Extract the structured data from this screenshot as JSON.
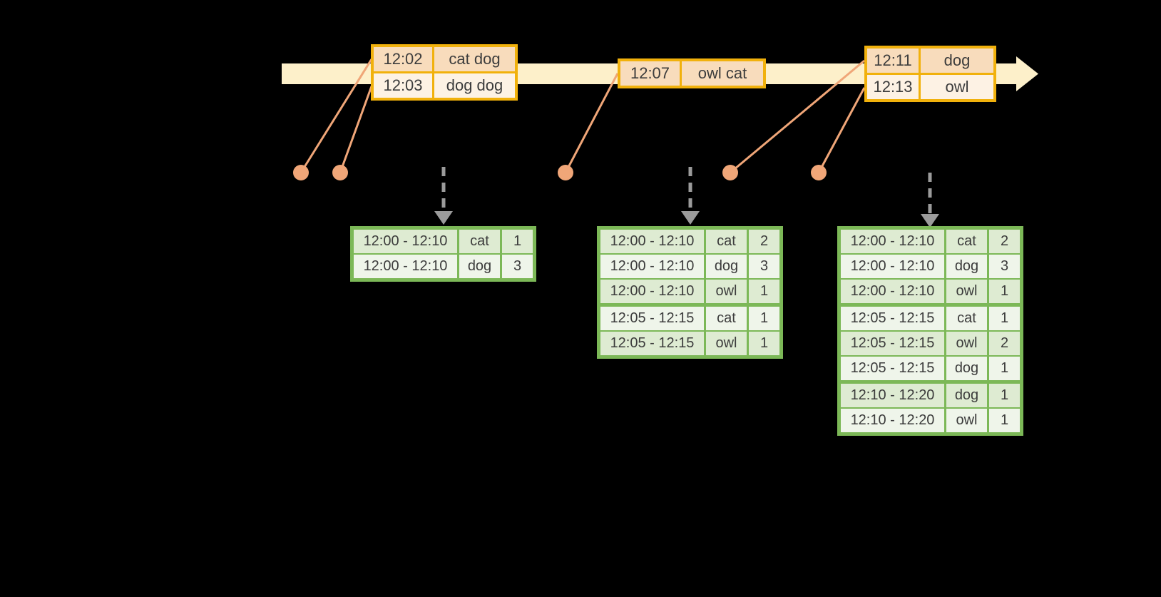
{
  "colors": {
    "background": "#000000",
    "timeline_fill": "#FDF0CA",
    "event_border": "#F1B10C",
    "event_row_dark": "#F8DCBC",
    "event_row_light": "#FDF2E4",
    "connector": "#F0A678",
    "arrow_gray": "#9B9B9B",
    "result_border": "#7CB857",
    "result_row_dark": "#DEEBD2",
    "result_row_light": "#EFF5EA",
    "text": "#3C3C3C"
  },
  "icons": {
    "timeline_arrowhead": "right-arrowhead-icon",
    "trigger_arrow": "dashed-down-arrow-icon",
    "event_marker": "dot-icon"
  },
  "event_tables": [
    {
      "rows": [
        {
          "time": "12:02",
          "words": "cat dog"
        },
        {
          "time": "12:03",
          "words": "dog dog"
        }
      ]
    },
    {
      "rows": [
        {
          "time": "12:07",
          "words": "owl cat"
        }
      ]
    },
    {
      "rows": [
        {
          "time": "12:11",
          "words": "dog"
        },
        {
          "time": "12:13",
          "words": "owl"
        }
      ]
    }
  ],
  "result_tables": [
    {
      "group_breaks": [],
      "rows": [
        {
          "window": "12:00 - 12:10",
          "word": "cat",
          "count": "1"
        },
        {
          "window": "12:00 - 12:10",
          "word": "dog",
          "count": "3"
        }
      ]
    },
    {
      "group_breaks": [
        3
      ],
      "rows": [
        {
          "window": "12:00 - 12:10",
          "word": "cat",
          "count": "2"
        },
        {
          "window": "12:00 - 12:10",
          "word": "dog",
          "count": "3"
        },
        {
          "window": "12:00 - 12:10",
          "word": "owl",
          "count": "1"
        },
        {
          "window": "12:05 - 12:15",
          "word": "cat",
          "count": "1"
        },
        {
          "window": "12:05 - 12:15",
          "word": "owl",
          "count": "1"
        }
      ]
    },
    {
      "group_breaks": [
        3,
        6
      ],
      "rows": [
        {
          "window": "12:00 - 12:10",
          "word": "cat",
          "count": "2"
        },
        {
          "window": "12:00 - 12:10",
          "word": "dog",
          "count": "3"
        },
        {
          "window": "12:00 - 12:10",
          "word": "owl",
          "count": "1"
        },
        {
          "window": "12:05 - 12:15",
          "word": "cat",
          "count": "1"
        },
        {
          "window": "12:05 - 12:15",
          "word": "owl",
          "count": "2"
        },
        {
          "window": "12:05 - 12:15",
          "word": "dog",
          "count": "1"
        },
        {
          "window": "12:10 - 12:20",
          "word": "dog",
          "count": "1"
        },
        {
          "window": "12:10 - 12:20",
          "word": "owl",
          "count": "1"
        }
      ]
    }
  ]
}
